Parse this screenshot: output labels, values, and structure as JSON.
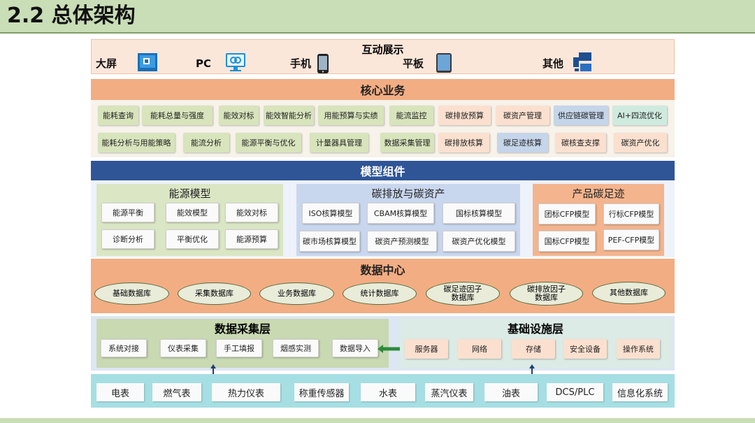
{
  "page": {
    "title": "2.2 总体架构"
  },
  "interaction": {
    "title": "互动展示",
    "devices": [
      {
        "label": "大屏",
        "icon": "big-screen-icon"
      },
      {
        "label": "PC",
        "icon": "pc-monitor-icon"
      },
      {
        "label": "手机",
        "icon": "phone-icon"
      },
      {
        "label": "平板",
        "icon": "tablet-icon"
      },
      {
        "label": "其他",
        "icon": "other-devices-icon"
      }
    ]
  },
  "core": {
    "title": "核心业务",
    "row1": [
      "能耗查询",
      "能耗总量与强度",
      "能效对标",
      "能效智能分析",
      "用能预算与实绩",
      "能流监控",
      "碳排放预算",
      "碳资产管理",
      "供应链碳管理",
      "AI+四流优化"
    ],
    "row2": [
      "能耗分析与用能策略",
      "能流分析",
      "能源平衡与优化",
      "计量器具管理",
      "数据采集管理",
      "碳排放核算",
      "碳足迹核算",
      "碳核查支撑",
      "碳资产优化"
    ]
  },
  "models": {
    "title": "模型组件",
    "energy": {
      "title": "能源模型",
      "items": [
        "能源平衡",
        "能效模型",
        "能效对标",
        "诊断分析",
        "平衡优化",
        "能源预算"
      ]
    },
    "carbon": {
      "title": "碳排放与碳资产",
      "items": [
        "ISO核算模型",
        "CBAM核算模型",
        "国标核算模型",
        "碳市场核算模型",
        "碳资产预测模型",
        "碳资产优化模型"
      ]
    },
    "footprint": {
      "title": "产品碳足迹",
      "items": [
        "团标CFP模型",
        "行标CFP模型",
        "国标CFP模型",
        "PEF-CFP模型"
      ]
    }
  },
  "data_center": {
    "title": "数据中心",
    "databases": [
      "基础数据库",
      "采集数据库",
      "业务数据库",
      "统计数据库",
      "碳足迹因子\n数据库",
      "碳排放因子\n数据库",
      "其他数据库"
    ]
  },
  "acquisition": {
    "title": "数据采集层",
    "items": [
      "系统对接",
      "仪表采集",
      "手工填报",
      "烟感实测",
      "数据导入"
    ]
  },
  "infrastructure": {
    "title": "基础设施层",
    "items": [
      "服务器",
      "网络",
      "存储",
      "安全设备",
      "操作系统"
    ]
  },
  "devices_layer": {
    "items": [
      "电表",
      "燃气表",
      "热力仪表",
      "称重传感器",
      "水表",
      "蒸汽仪表",
      "油表",
      "DCS/PLC",
      "信息化系统"
    ]
  },
  "colors": {
    "title_bar": "#c9ddb6",
    "core_header": "#f2ad83",
    "model_header": "#2f5597",
    "device_layer": "#a6dfe3"
  }
}
